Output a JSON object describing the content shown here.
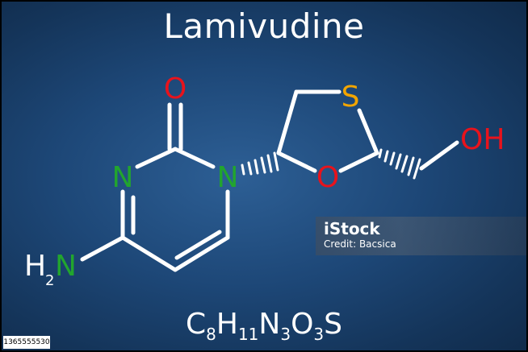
{
  "title": "Lamivudine",
  "atoms": {
    "oxygen_carbonyl": "O",
    "nitrogen_ring_left": "N",
    "nitrogen_ring_right": "N",
    "sulfur": "S",
    "oxygen_ring": "O",
    "hydroxyl": "OH",
    "amino_h": "H",
    "amino_h_subscript": "2",
    "amino_n": "N"
  },
  "formula": {
    "c": "C",
    "c_count": "8",
    "h": "H",
    "h_count": "11",
    "n": "N",
    "n_count": "3",
    "o": "O",
    "o_count": "3",
    "s": "S"
  },
  "watermark": {
    "logo": "iStock",
    "credit": "Credit: Bacsica"
  },
  "stock_id": "1365555530",
  "colors": {
    "bond": "#ffffff",
    "oxygen": "#e8131c",
    "nitrogen": "#22a52e",
    "sulfur": "#f2a500",
    "background": "#1d4777"
  }
}
